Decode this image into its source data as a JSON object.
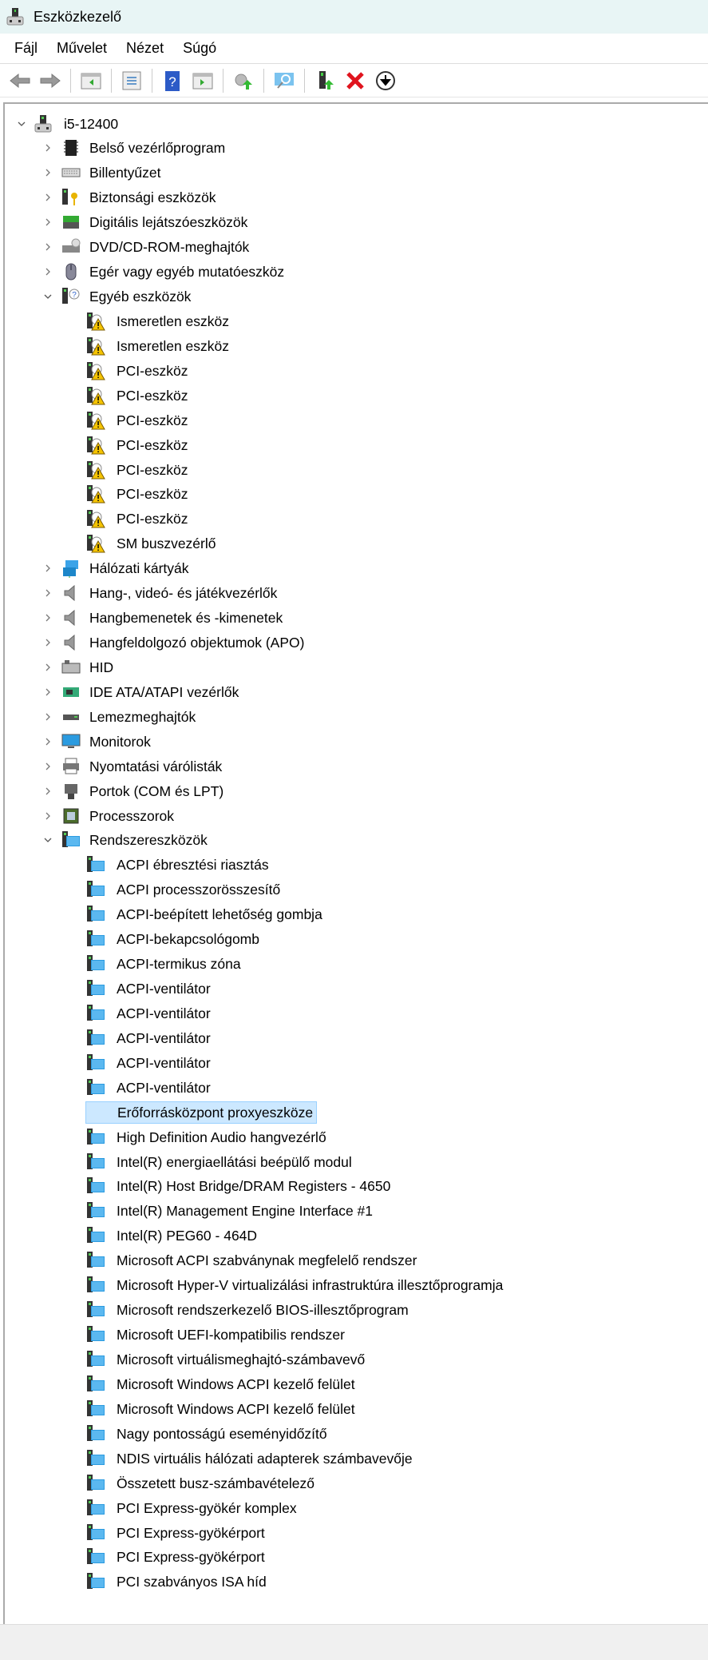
{
  "window": {
    "title": "Eszközkezelő"
  },
  "menu": [
    "Fájl",
    "Művelet",
    "Nézet",
    "Súgó"
  ],
  "toolbar": [
    {
      "name": "back-button",
      "icon": "arrow-left"
    },
    {
      "name": "forward-button",
      "icon": "arrow-right"
    },
    {
      "sep": true
    },
    {
      "name": "show-hide-console-tree-button",
      "icon": "pane-left"
    },
    {
      "sep": true
    },
    {
      "name": "properties-button",
      "icon": "properties"
    },
    {
      "sep": true
    },
    {
      "name": "help-button",
      "icon": "help"
    },
    {
      "name": "show-action-pane-button",
      "icon": "pane-right"
    },
    {
      "sep": true
    },
    {
      "name": "update-driver-button",
      "icon": "update-driver"
    },
    {
      "sep": true
    },
    {
      "name": "scan-hardware-button",
      "icon": "scan-monitor"
    },
    {
      "sep": true
    },
    {
      "name": "add-legacy-hardware-button",
      "icon": "add-device"
    },
    {
      "name": "uninstall-device-button",
      "icon": "red-x"
    },
    {
      "name": "disable-device-button",
      "icon": "down-circle"
    }
  ],
  "tree": [
    {
      "label": "i5-12400",
      "level": 0,
      "expand": "open",
      "icon": "computer"
    },
    {
      "label": "Belső vezérlőprogram",
      "level": 1,
      "expand": "closed",
      "icon": "chip"
    },
    {
      "label": "Billentyűzet",
      "level": 1,
      "expand": "closed",
      "icon": "keyboard"
    },
    {
      "label": "Biztonsági eszközök",
      "level": 1,
      "expand": "closed",
      "icon": "key"
    },
    {
      "label": "Digitális lejátszóeszközök",
      "level": 1,
      "expand": "closed",
      "icon": "player"
    },
    {
      "label": "DVD/CD-ROM-meghajtók",
      "level": 1,
      "expand": "closed",
      "icon": "dvd"
    },
    {
      "label": "Egér vagy egyéb mutatóeszköz",
      "level": 1,
      "expand": "closed",
      "icon": "mouse"
    },
    {
      "label": "Egyéb eszközök",
      "level": 1,
      "expand": "open",
      "icon": "unknown"
    },
    {
      "label": "Ismeretlen eszköz",
      "level": 2,
      "icon": "warning"
    },
    {
      "label": "Ismeretlen eszköz",
      "level": 2,
      "icon": "warning"
    },
    {
      "label": "PCI-eszköz",
      "level": 2,
      "icon": "warning"
    },
    {
      "label": "PCI-eszköz",
      "level": 2,
      "icon": "warning"
    },
    {
      "label": "PCI-eszköz",
      "level": 2,
      "icon": "warning"
    },
    {
      "label": "PCI-eszköz",
      "level": 2,
      "icon": "warning"
    },
    {
      "label": "PCI-eszköz",
      "level": 2,
      "icon": "warning"
    },
    {
      "label": "PCI-eszköz",
      "level": 2,
      "icon": "warning"
    },
    {
      "label": "PCI-eszköz",
      "level": 2,
      "icon": "warning"
    },
    {
      "label": "SM buszvezérlő",
      "level": 2,
      "icon": "warning"
    },
    {
      "label": "Hálózati kártyák",
      "level": 1,
      "expand": "closed",
      "icon": "network"
    },
    {
      "label": "Hang-, videó- és játékvezérlők",
      "level": 1,
      "expand": "closed",
      "icon": "speaker"
    },
    {
      "label": "Hangbemenetek és -kimenetek",
      "level": 1,
      "expand": "closed",
      "icon": "speaker"
    },
    {
      "label": "Hangfeldolgozó objektumok (APO)",
      "level": 1,
      "expand": "closed",
      "icon": "speaker"
    },
    {
      "label": "HID",
      "level": 1,
      "expand": "closed",
      "icon": "hid"
    },
    {
      "label": "IDE ATA/ATAPI vezérlők",
      "level": 1,
      "expand": "closed",
      "icon": "ide"
    },
    {
      "label": "Lemezmeghajtók",
      "level": 1,
      "expand": "closed",
      "icon": "disk"
    },
    {
      "label": "Monitorok",
      "level": 1,
      "expand": "closed",
      "icon": "monitor"
    },
    {
      "label": "Nyomtatási várólisták",
      "level": 1,
      "expand": "closed",
      "icon": "printer"
    },
    {
      "label": "Portok (COM és LPT)",
      "level": 1,
      "expand": "closed",
      "icon": "port"
    },
    {
      "label": "Processzorok",
      "level": 1,
      "expand": "closed",
      "icon": "cpu"
    },
    {
      "label": "Rendszereszközök",
      "level": 1,
      "expand": "open",
      "icon": "system"
    },
    {
      "label": "ACPI ébresztési riasztás",
      "level": 2,
      "icon": "system"
    },
    {
      "label": "ACPI processzorösszesítő",
      "level": 2,
      "icon": "system"
    },
    {
      "label": "ACPI-beépített lehetőség gombja",
      "level": 2,
      "icon": "system"
    },
    {
      "label": "ACPI-bekapcsológomb",
      "level": 2,
      "icon": "system"
    },
    {
      "label": "ACPI-termikus zóna",
      "level": 2,
      "icon": "system"
    },
    {
      "label": "ACPI-ventilátor",
      "level": 2,
      "icon": "system"
    },
    {
      "label": "ACPI-ventilátor",
      "level": 2,
      "icon": "system"
    },
    {
      "label": "ACPI-ventilátor",
      "level": 2,
      "icon": "system"
    },
    {
      "label": "ACPI-ventilátor",
      "level": 2,
      "icon": "system"
    },
    {
      "label": "ACPI-ventilátor",
      "level": 2,
      "icon": "system"
    },
    {
      "label": "Erőforrásközpont proxyeszköze",
      "level": 2,
      "icon": "warning-system",
      "selected": true
    },
    {
      "label": "High Definition Audio hangvezérlő",
      "level": 2,
      "icon": "system"
    },
    {
      "label": "Intel(R) energiaellátási beépülő modul",
      "level": 2,
      "icon": "system"
    },
    {
      "label": "Intel(R) Host Bridge/DRAM Registers - 4650",
      "level": 2,
      "icon": "system"
    },
    {
      "label": "Intel(R) Management Engine Interface #1",
      "level": 2,
      "icon": "system"
    },
    {
      "label": "Intel(R) PEG60 - 464D",
      "level": 2,
      "icon": "system"
    },
    {
      "label": "Microsoft ACPI szabványnak megfelelő rendszer",
      "level": 2,
      "icon": "system"
    },
    {
      "label": "Microsoft Hyper-V virtualizálási infrastruktúra illesztőprogramja",
      "level": 2,
      "icon": "system"
    },
    {
      "label": "Microsoft rendszerkezelő BIOS-illesztőprogram",
      "level": 2,
      "icon": "system"
    },
    {
      "label": "Microsoft UEFI-kompatibilis rendszer",
      "level": 2,
      "icon": "system"
    },
    {
      "label": "Microsoft virtuálismeghajtó-számbavevő",
      "level": 2,
      "icon": "system"
    },
    {
      "label": "Microsoft Windows ACPI kezelő felület",
      "level": 2,
      "icon": "system"
    },
    {
      "label": "Microsoft Windows ACPI kezelő felület",
      "level": 2,
      "icon": "system"
    },
    {
      "label": "Nagy pontosságú eseményidőzítő",
      "level": 2,
      "icon": "system"
    },
    {
      "label": "NDIS virtuális hálózati adapterek számbavevője",
      "level": 2,
      "icon": "system"
    },
    {
      "label": "Összetett busz-számbavételező",
      "level": 2,
      "icon": "system"
    },
    {
      "label": "PCI Express-gyökér komplex",
      "level": 2,
      "icon": "system"
    },
    {
      "label": "PCI Express-gyökérport",
      "level": 2,
      "icon": "system"
    },
    {
      "label": "PCI Express-gyökérport",
      "level": 2,
      "icon": "system"
    },
    {
      "label": "PCI szabványos ISA híd",
      "level": 2,
      "icon": "system"
    }
  ]
}
